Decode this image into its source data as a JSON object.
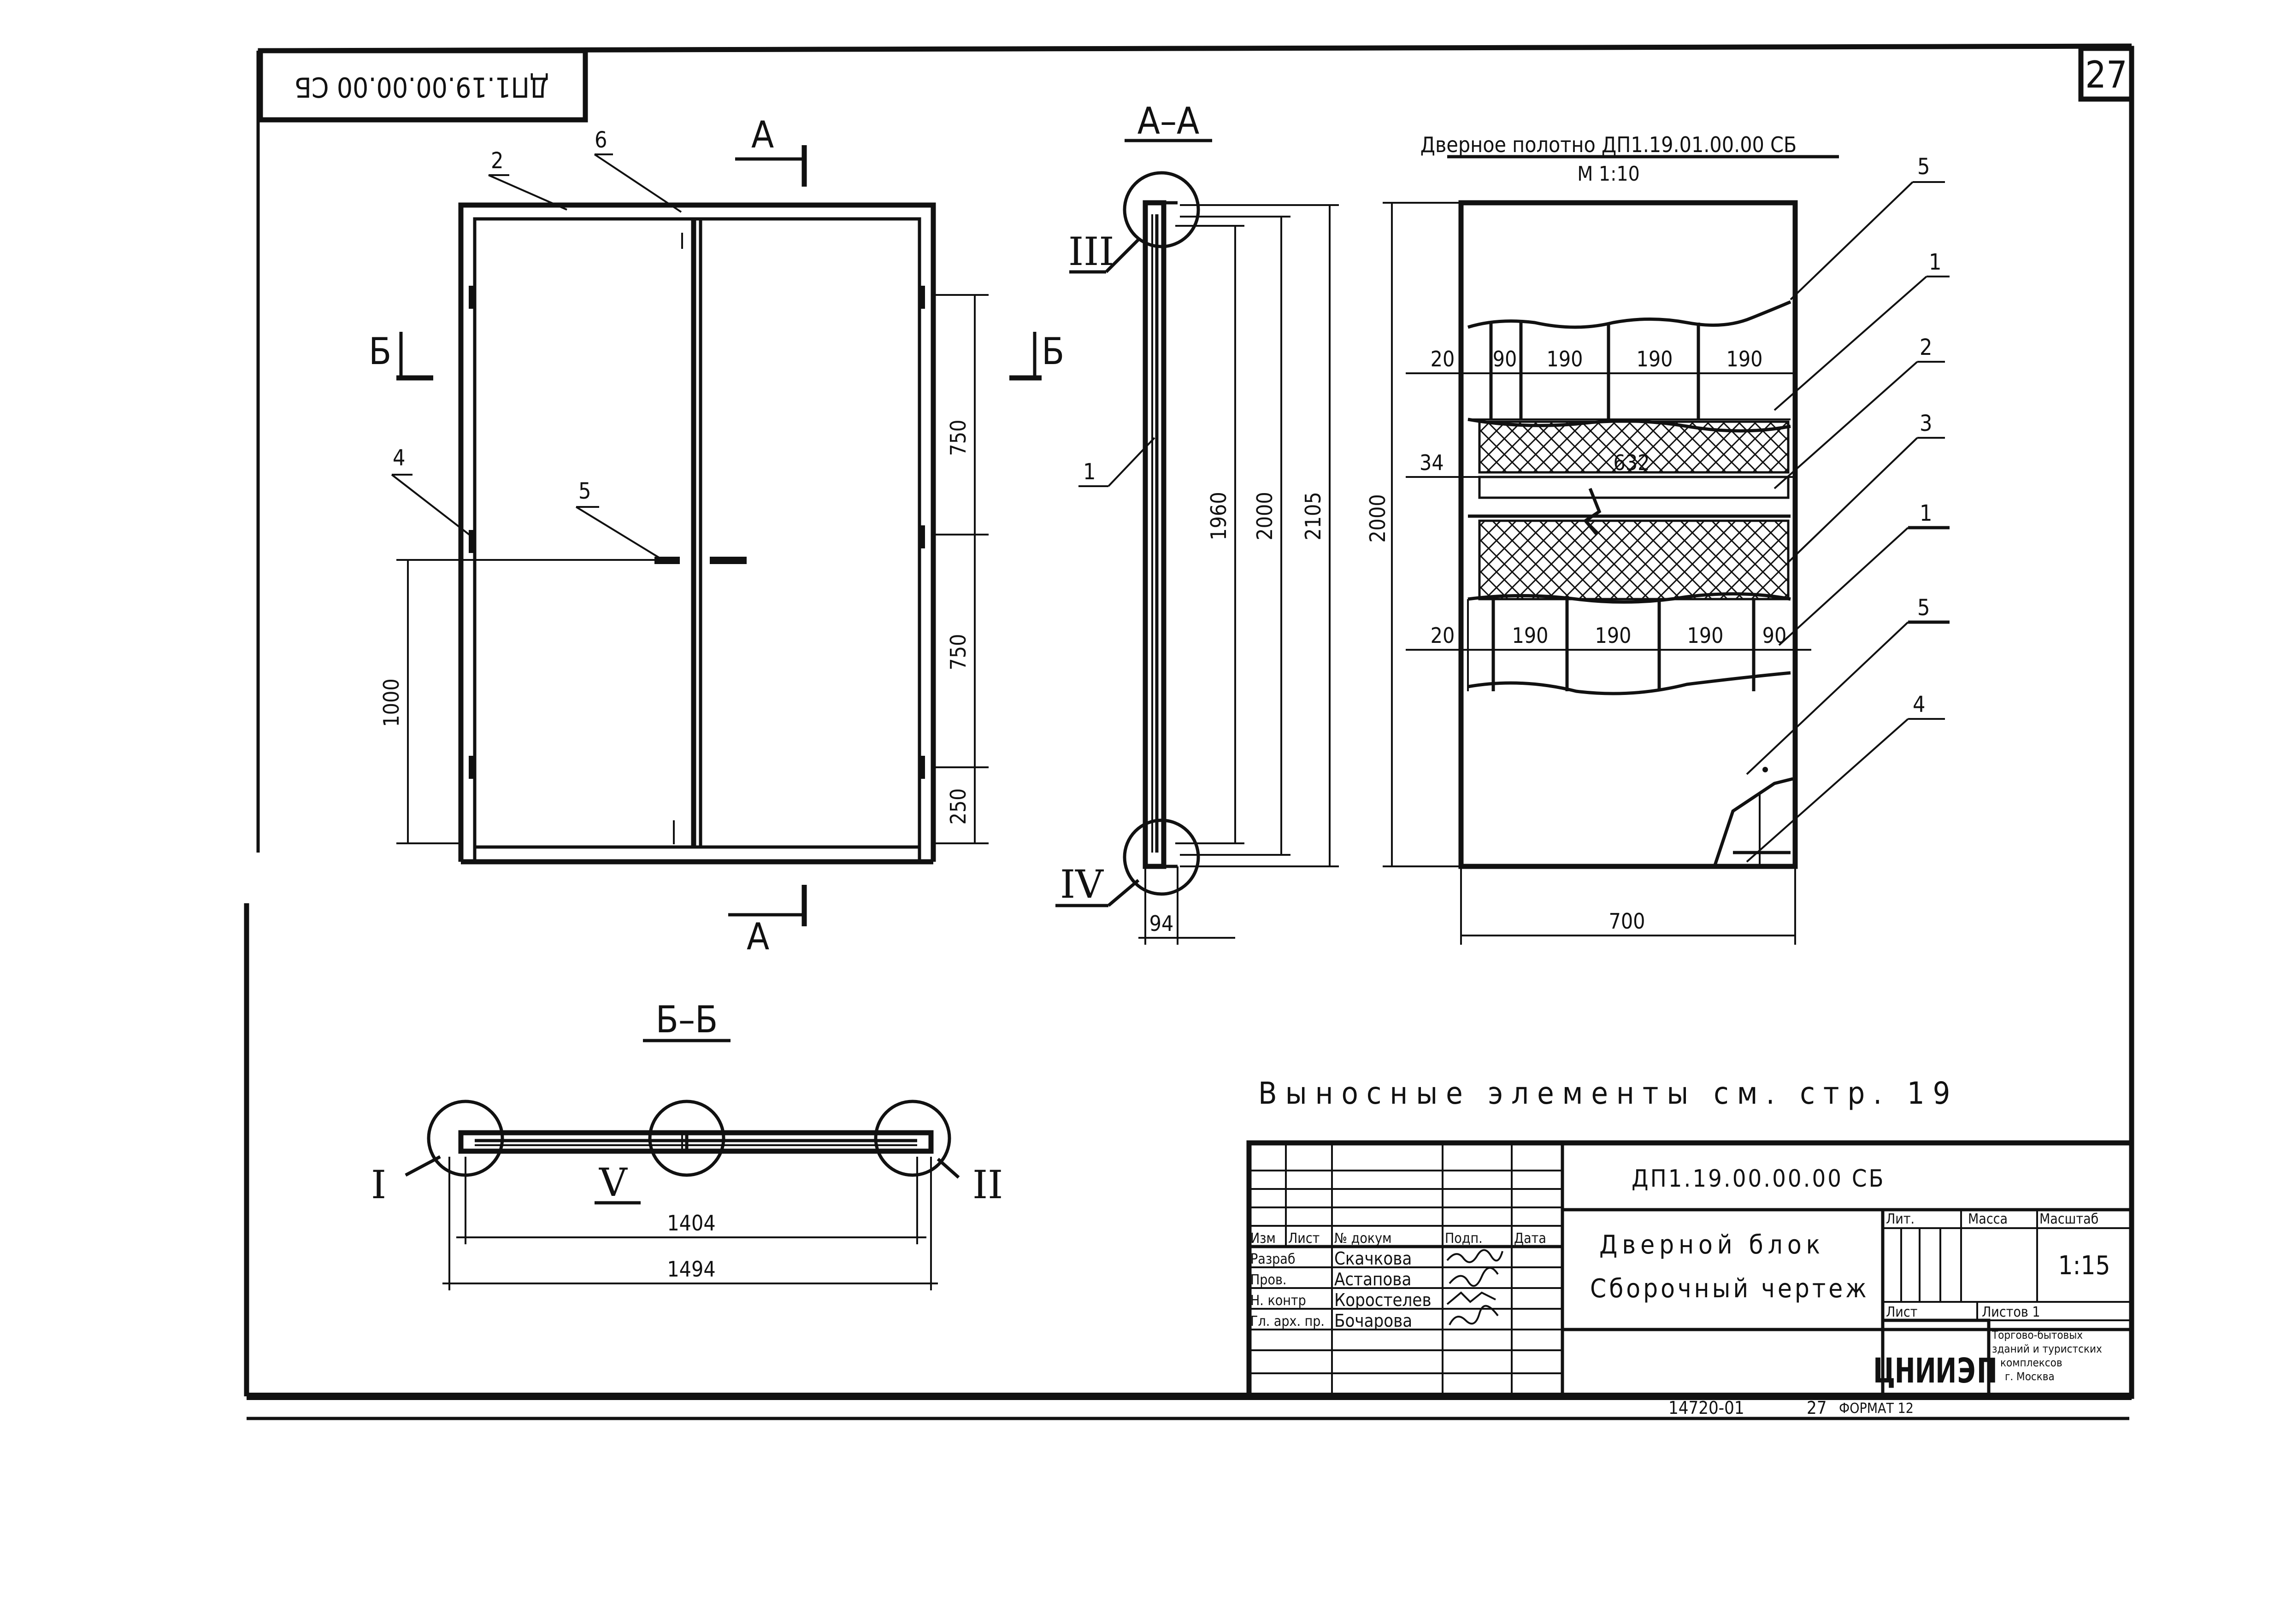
{
  "sheet": {
    "number": "27",
    "top_code": "ДП1.19.00.00.00 СБ",
    "bottom_line": {
      "archive": "14720-01",
      "page": "27",
      "format": "ФОРМАТ 12"
    }
  },
  "elevation": {
    "section_mark_a": "А",
    "section_mark_b": "Б",
    "callouts": [
      "2",
      "6",
      "4",
      "5"
    ],
    "dims": {
      "d750_top": "750",
      "d750_mid": "750",
      "d250": "250",
      "d1000": "1000"
    }
  },
  "section_aa": {
    "title": "А–А",
    "callout": "1",
    "details": {
      "top": "III",
      "bottom": "IV"
    },
    "dims": {
      "d1960": "1960",
      "d2000": "2000",
      "d2105": "2105",
      "d94": "94"
    }
  },
  "door_leaf": {
    "title": "Дверное полотно ДП1.19.01.00.00 СБ",
    "scale": "М 1:10",
    "callouts": [
      "5",
      "1",
      "2",
      "3",
      "1",
      "5",
      "4"
    ],
    "dims": {
      "height": "2000",
      "width": "700",
      "row1": [
        "20",
        "90",
        "190",
        "190",
        "190"
      ],
      "row2_left": "34",
      "row2_mid": "632",
      "row3": [
        "20",
        "190",
        "190",
        "190",
        "90"
      ]
    }
  },
  "section_bb": {
    "title": "Б–Б",
    "details": {
      "left": "I",
      "mid": "V",
      "right": "II"
    },
    "dims": {
      "inner": "1404",
      "outer": "1494"
    }
  },
  "note": "Выносные элементы см. стр. 19",
  "title_block": {
    "doc_code": "ДП1.19.00.00.00 СБ",
    "name_line1": "Дверной блок",
    "name_line2": "Сборочный чертеж",
    "headers": {
      "izm": "Изм",
      "list": "Лист",
      "doc": "№ докум",
      "sign": "Подп.",
      "date": "Дата"
    },
    "rows": [
      {
        "role": "Разраб",
        "name": "Скачкова"
      },
      {
        "role": "Пров.",
        "name": "Астапова"
      },
      {
        "role": "Н. контр",
        "name": "Коростелев"
      },
      {
        "role": "Гл. арх. пр.",
        "name": "Бочарова"
      }
    ],
    "lit": "Лит.",
    "mass": "Масса",
    "scale_label": "Масштаб",
    "scale": "1:15",
    "sheet": "Лист",
    "sheets": "Листов 1",
    "org_logo": "ЦНИИЭП",
    "org_text": [
      "Торгово-бытовых",
      "зданий и туристских",
      "комплексов",
      "г. Москва"
    ]
  }
}
